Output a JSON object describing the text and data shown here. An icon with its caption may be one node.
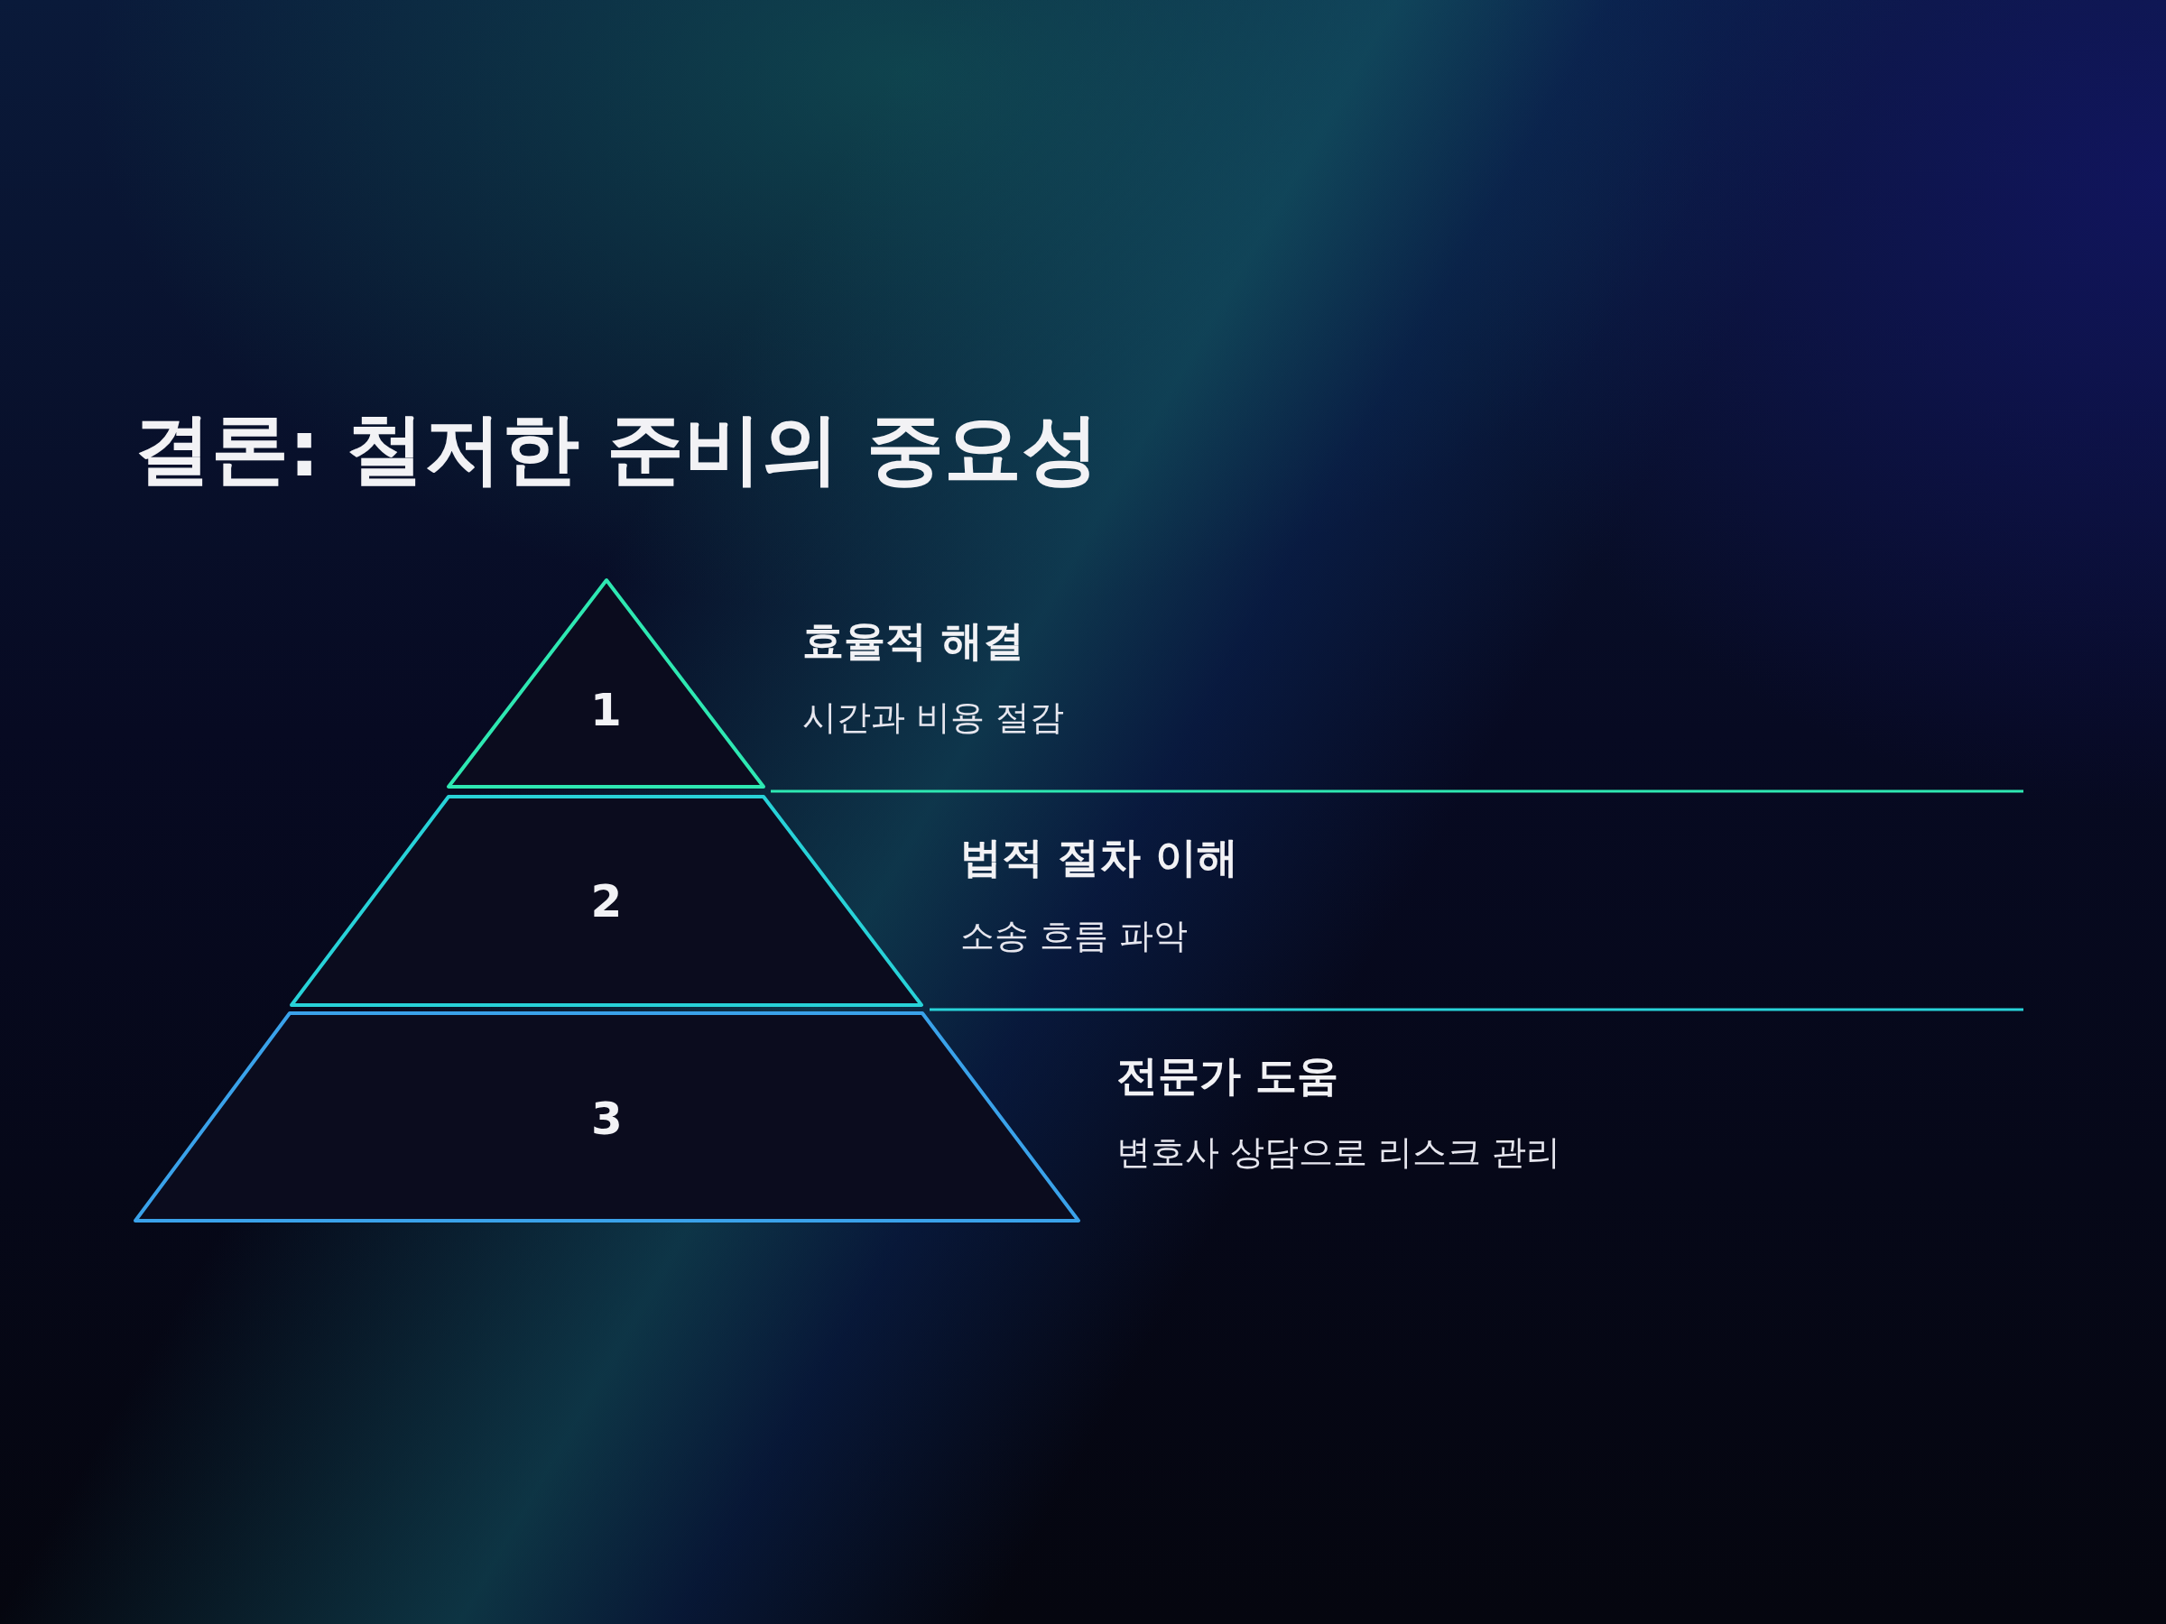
{
  "diagram": {
    "title": "결론: 철저한 준비의 중요성",
    "nodes": [
      {
        "text": [
          "1"
        ],
        "beside": [
          "효율적 해결",
          "시간과 비용 절감"
        ]
      },
      {
        "text": [
          "2"
        ],
        "beside": [
          "법적 절차 이해",
          "소송 흐름 파악"
        ]
      },
      {
        "text": [
          "3"
        ],
        "beside": [
          "전문가 도움",
          "변호사 상담으로 리스크 관리"
        ]
      }
    ],
    "edges": []
  }
}
